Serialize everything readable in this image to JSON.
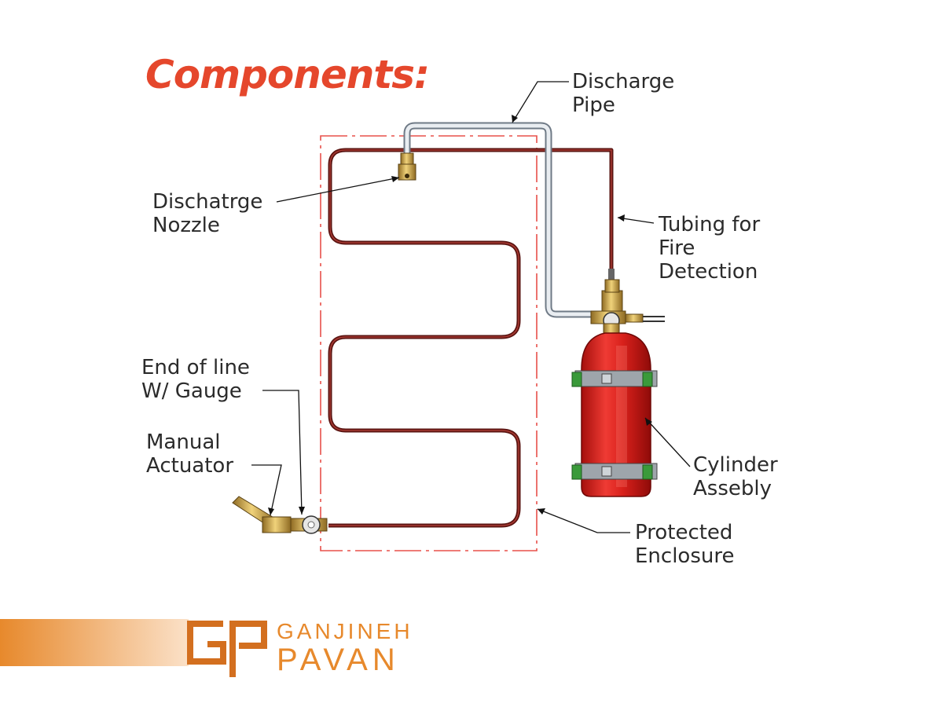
{
  "title": "Components:",
  "labels": {
    "discharge_pipe": [
      "Discharge",
      "Pipe"
    ],
    "discharge_nozzle": [
      "Dischatrge",
      "Nozzle"
    ],
    "tubing": [
      "Tubing for",
      "Fire",
      "Detection"
    ],
    "end_of_line": [
      "End of line",
      "W/ Gauge"
    ],
    "manual_actuator": [
      "Manual",
      "Actuator"
    ],
    "cylinder": [
      "Cylinder",
      "Assebly"
    ],
    "enclosure": [
      "Protected",
      "Enclosure"
    ]
  },
  "logo": {
    "line1": "GANJINEH",
    "line2": "PAVAN",
    "monogram": "GP"
  },
  "colors": {
    "title": "#e5472c",
    "tubing": "#7b1d18",
    "pipe": "#9aa3ad",
    "enclosure": "#e8504a",
    "cylinder": "#d9201c",
    "brass": "#c9a24a",
    "bracket_green": "#3a9a3a",
    "banner": "#e7892c"
  }
}
